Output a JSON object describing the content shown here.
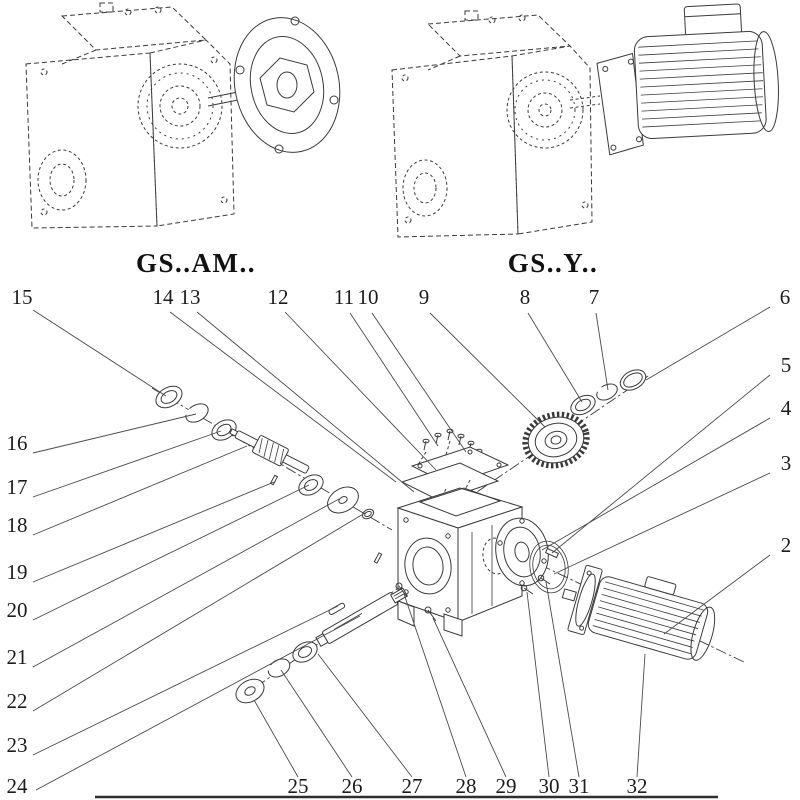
{
  "colors": {
    "line": "#3a3a3a",
    "text": "#1c1c1c",
    "background": "#ffffff"
  },
  "variants": [
    {
      "label": "GS..AM.."
    },
    {
      "label": "GS..Y.."
    }
  ],
  "callouts": {
    "n2": "2",
    "n3": "3",
    "n4": "4",
    "n5": "5",
    "n6": "6",
    "n7": "7",
    "n8": "8",
    "n9": "9",
    "n10": "10",
    "n11": "11",
    "n12": "12",
    "n13": "13",
    "n14": "14",
    "n15": "15",
    "n16": "16",
    "n17": "17",
    "n18": "18",
    "n19": "19",
    "n20": "20",
    "n21": "21",
    "n22": "22",
    "n23": "23",
    "n24": "24",
    "n25": "25",
    "n26": "26",
    "n27": "27",
    "n28": "28",
    "n29": "29",
    "n30": "30",
    "n31": "31",
    "n32": "32"
  }
}
